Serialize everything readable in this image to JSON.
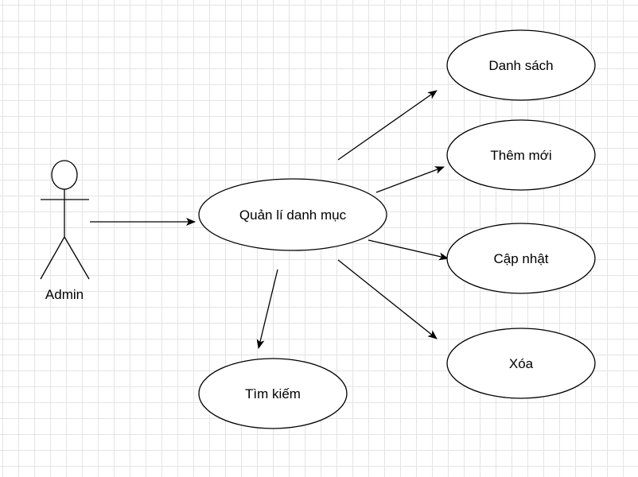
{
  "actor": {
    "name": "Admin"
  },
  "use_cases": {
    "main": "Quản lí danh mục",
    "list": "Danh sách",
    "add": "Thêm mới",
    "update": "Cập nhật",
    "delete": "Xóa",
    "search": "Tìm kiếm"
  },
  "colors": {
    "stroke": "#000000",
    "fill": "#ffffff",
    "grid": "#e4e4e4"
  }
}
